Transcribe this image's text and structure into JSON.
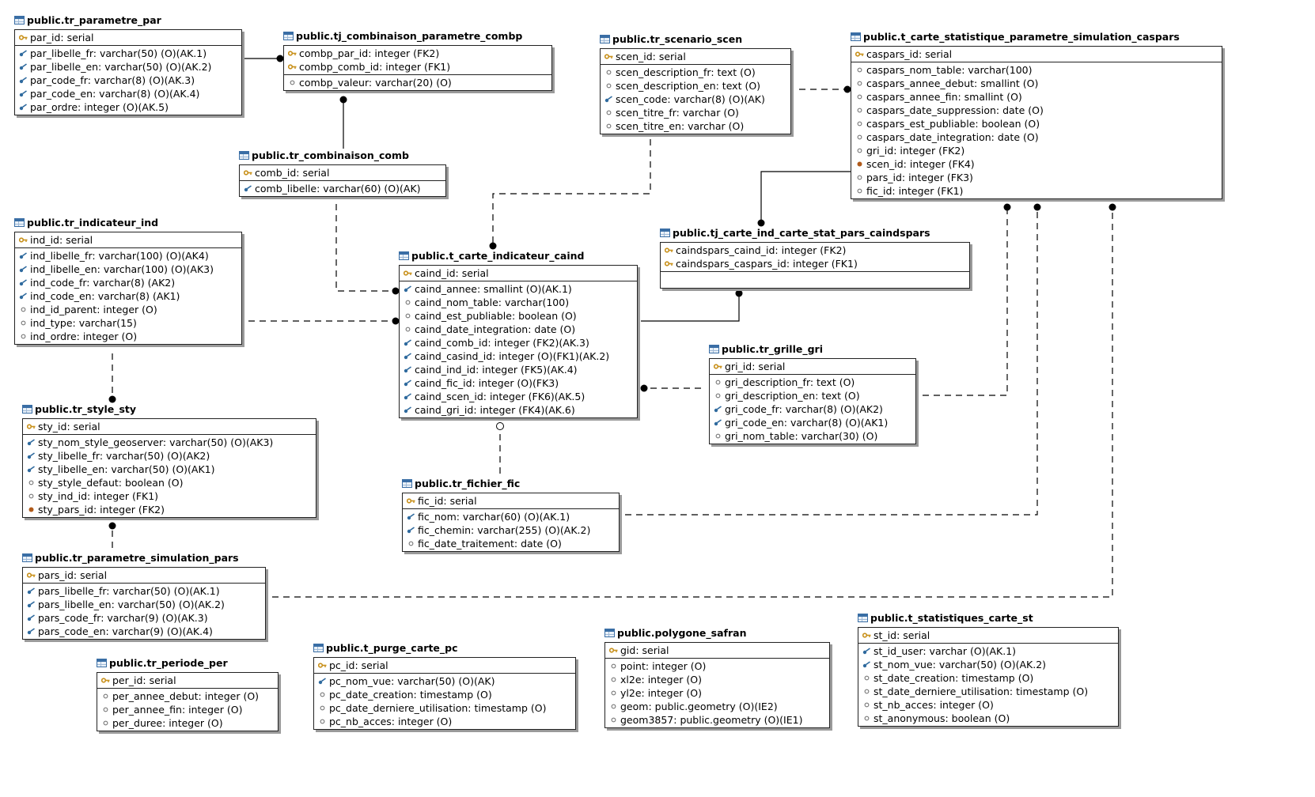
{
  "entities": [
    {
      "id": "par",
      "title": "public.tr_parametre_par",
      "pk": [
        {
          "icon": "key",
          "text": "par_id: serial"
        }
      ],
      "attrs": [
        {
          "icon": "uniq",
          "text": "par_libelle_fr: varchar(50) (O)(AK.1)"
        },
        {
          "icon": "uniq",
          "text": "par_libelle_en: varchar(50) (O)(AK.2)"
        },
        {
          "icon": "uniq",
          "text": "par_code_fr: varchar(8) (O)(AK.3)"
        },
        {
          "icon": "uniq",
          "text": "par_code_en: varchar(8) (O)(AK.4)"
        },
        {
          "icon": "uniq",
          "text": "par_ordre: integer (O)(AK.5)"
        }
      ]
    },
    {
      "id": "combp",
      "title": "public.tj_combinaison_parametre_combp",
      "pk": [
        {
          "icon": "fk",
          "text": "combp_par_id: integer (FK2)"
        },
        {
          "icon": "fk",
          "text": "combp_comb_id: integer (FK1)"
        }
      ],
      "attrs": [
        {
          "icon": "plain",
          "text": "combp_valeur: varchar(20) (O)"
        }
      ]
    },
    {
      "id": "scen",
      "title": "public.tr_scenario_scen",
      "pk": [
        {
          "icon": "key",
          "text": "scen_id: serial"
        }
      ],
      "attrs": [
        {
          "icon": "plain",
          "text": "scen_description_fr: text (O)"
        },
        {
          "icon": "plain",
          "text": "scen_description_en: text (O)"
        },
        {
          "icon": "uniq",
          "text": "scen_code: varchar(8) (O)(AK)"
        },
        {
          "icon": "plain",
          "text": "scen_titre_fr: varchar (O)"
        },
        {
          "icon": "plain",
          "text": "scen_titre_en: varchar (O)"
        }
      ]
    },
    {
      "id": "caspars",
      "title": "public.t_carte_statistique_parametre_simulation_caspars",
      "pk": [
        {
          "icon": "key",
          "text": "caspars_id: serial"
        }
      ],
      "attrs": [
        {
          "icon": "plain",
          "text": "caspars_nom_table: varchar(100)"
        },
        {
          "icon": "plain",
          "text": "caspars_annee_debut: smallint (O)"
        },
        {
          "icon": "plain",
          "text": "caspars_annee_fin: smallint (O)"
        },
        {
          "icon": "plain",
          "text": "caspars_date_suppression: date (O)"
        },
        {
          "icon": "plain",
          "text": "caspars_est_publiable: boolean (O)"
        },
        {
          "icon": "plain",
          "text": "caspars_date_integration: date (O)"
        },
        {
          "icon": "plain",
          "text": "gri_id: integer (FK2)"
        },
        {
          "icon": "dot",
          "text": "scen_id: integer (FK4)"
        },
        {
          "icon": "plain",
          "text": "pars_id: integer (FK3)"
        },
        {
          "icon": "plain",
          "text": "fic_id: integer (FK1)"
        }
      ]
    },
    {
      "id": "comb",
      "title": "public.tr_combinaison_comb",
      "pk": [
        {
          "icon": "key",
          "text": "comb_id: serial"
        }
      ],
      "attrs": [
        {
          "icon": "uniq",
          "text": "comb_libelle: varchar(60) (O)(AK)"
        }
      ]
    },
    {
      "id": "ind",
      "title": "public.tr_indicateur_ind",
      "pk": [
        {
          "icon": "key",
          "text": "ind_id: serial"
        }
      ],
      "attrs": [
        {
          "icon": "uniq",
          "text": "ind_libelle_fr: varchar(100) (O)(AK4)"
        },
        {
          "icon": "uniq",
          "text": "ind_libelle_en: varchar(100) (O)(AK3)"
        },
        {
          "icon": "uniq",
          "text": "ind_code_fr: varchar(8) (AK2)"
        },
        {
          "icon": "uniq",
          "text": "ind_code_en: varchar(8) (AK1)"
        },
        {
          "icon": "plain",
          "text": "ind_id_parent: integer (O)"
        },
        {
          "icon": "plain",
          "text": "ind_type: varchar(15)"
        },
        {
          "icon": "plain",
          "text": "ind_ordre: integer (O)"
        }
      ]
    },
    {
      "id": "caindspars",
      "title": "public.tj_carte_ind_carte_stat_pars_caindspars",
      "pk": [
        {
          "icon": "fk",
          "text": "caindspars_caind_id: integer (FK2)"
        },
        {
          "icon": "fk",
          "text": "caindspars_caspars_id: integer (FK1)"
        }
      ],
      "attrs": []
    },
    {
      "id": "caind",
      "title": "public.t_carte_indicateur_caind",
      "pk": [
        {
          "icon": "key",
          "text": "caind_id: serial"
        }
      ],
      "attrs": [
        {
          "icon": "uniq",
          "text": "caind_annee: smallint (O)(AK.1)"
        },
        {
          "icon": "plain",
          "text": "caind_nom_table: varchar(100)"
        },
        {
          "icon": "plain",
          "text": "caind_est_publiable: boolean (O)"
        },
        {
          "icon": "plain",
          "text": "caind_date_integration: date (O)"
        },
        {
          "icon": "uniq",
          "text": "caind_comb_id: integer (FK2)(AK.3)"
        },
        {
          "icon": "uniq",
          "text": "caind_casind_id: integer (O)(FK1)(AK.2)"
        },
        {
          "icon": "uniq",
          "text": "caind_ind_id: integer (FK5)(AK.4)"
        },
        {
          "icon": "uniq",
          "text": "caind_fic_id: integer (O)(FK3)"
        },
        {
          "icon": "uniq",
          "text": "caind_scen_id: integer (FK6)(AK.5)"
        },
        {
          "icon": "uniq",
          "text": "caind_gri_id: integer (FK4)(AK.6)"
        }
      ]
    },
    {
      "id": "gri",
      "title": "public.tr_grille_gri",
      "pk": [
        {
          "icon": "key",
          "text": "gri_id: serial"
        }
      ],
      "attrs": [
        {
          "icon": "plain",
          "text": "gri_description_fr: text (O)"
        },
        {
          "icon": "plain",
          "text": "gri_description_en: text (O)"
        },
        {
          "icon": "uniq",
          "text": "gri_code_fr: varchar(8) (O)(AK2)"
        },
        {
          "icon": "uniq",
          "text": "gri_code_en: varchar(8) (O)(AK1)"
        },
        {
          "icon": "plain",
          "text": "gri_nom_table: varchar(30) (O)"
        }
      ]
    },
    {
      "id": "sty",
      "title": "public.tr_style_sty",
      "pk": [
        {
          "icon": "key",
          "text": "sty_id: serial"
        }
      ],
      "attrs": [
        {
          "icon": "uniq",
          "text": "sty_nom_style_geoserver: varchar(50) (O)(AK3)"
        },
        {
          "icon": "uniq",
          "text": "sty_libelle_fr: varchar(50) (O)(AK2)"
        },
        {
          "icon": "uniq",
          "text": "sty_libelle_en: varchar(50) (O)(AK1)"
        },
        {
          "icon": "plain",
          "text": "sty_style_defaut: boolean (O)"
        },
        {
          "icon": "plain",
          "text": "sty_ind_id: integer (FK1)"
        },
        {
          "icon": "dot",
          "text": "sty_pars_id: integer (FK2)"
        }
      ]
    },
    {
      "id": "fic",
      "title": "public.tr_fichier_fic",
      "pk": [
        {
          "icon": "key",
          "text": "fic_id: serial"
        }
      ],
      "attrs": [
        {
          "icon": "uniq",
          "text": "fic_nom: varchar(60) (O)(AK.1)"
        },
        {
          "icon": "uniq",
          "text": "fic_chemin: varchar(255) (O)(AK.2)"
        },
        {
          "icon": "plain",
          "text": "fic_date_traitement: date (O)"
        }
      ]
    },
    {
      "id": "pars",
      "title": "public.tr_parametre_simulation_pars",
      "pk": [
        {
          "icon": "key",
          "text": "pars_id: serial"
        }
      ],
      "attrs": [
        {
          "icon": "uniq",
          "text": "pars_libelle_fr: varchar(50) (O)(AK.1)"
        },
        {
          "icon": "uniq",
          "text": "pars_libelle_en: varchar(50) (O)(AK.2)"
        },
        {
          "icon": "uniq",
          "text": "pars_code_fr: varchar(9) (O)(AK.3)"
        },
        {
          "icon": "uniq",
          "text": "pars_code_en: varchar(9) (O)(AK.4)"
        }
      ]
    },
    {
      "id": "st",
      "title": "public.t_statistiques_carte_st",
      "pk": [
        {
          "icon": "key",
          "text": "st_id: serial"
        }
      ],
      "attrs": [
        {
          "icon": "uniq",
          "text": "st_id_user: varchar (O)(AK.1)"
        },
        {
          "icon": "uniq",
          "text": "st_nom_vue: varchar(50) (O)(AK.2)"
        },
        {
          "icon": "plain",
          "text": "st_date_creation: timestamp (O)"
        },
        {
          "icon": "plain",
          "text": "st_date_derniere_utilisation: timestamp (O)"
        },
        {
          "icon": "plain",
          "text": "st_nb_acces: integer (O)"
        },
        {
          "icon": "plain",
          "text": "st_anonymous: boolean (O)"
        }
      ]
    },
    {
      "id": "per",
      "title": "public.tr_periode_per",
      "pk": [
        {
          "icon": "key",
          "text": "per_id: serial"
        }
      ],
      "attrs": [
        {
          "icon": "plain",
          "text": "per_annee_debut: integer (O)"
        },
        {
          "icon": "plain",
          "text": "per_annee_fin: integer (O)"
        },
        {
          "icon": "plain",
          "text": "per_duree: integer (O)"
        }
      ]
    },
    {
      "id": "pc",
      "title": "public.t_purge_carte_pc",
      "pk": [
        {
          "icon": "key",
          "text": "pc_id: serial"
        }
      ],
      "attrs": [
        {
          "icon": "uniq",
          "text": "pc_nom_vue: varchar(50) (O)(AK)"
        },
        {
          "icon": "plain",
          "text": "pc_date_creation: timestamp (O)"
        },
        {
          "icon": "plain",
          "text": "pc_date_derniere_utilisation: timestamp (O)"
        },
        {
          "icon": "plain",
          "text": "pc_nb_acces: integer (O)"
        }
      ]
    },
    {
      "id": "safran",
      "title": "public.polygone_safran",
      "pk": [
        {
          "icon": "key",
          "text": "gid: serial"
        }
      ],
      "attrs": [
        {
          "icon": "plain",
          "text": "point: integer (O)"
        },
        {
          "icon": "plain",
          "text": "xl2e: integer (O)"
        },
        {
          "icon": "plain",
          "text": "yl2e: integer (O)"
        },
        {
          "icon": "plain",
          "text": "geom: public.geometry (O)(IE2)"
        },
        {
          "icon": "plain",
          "text": "geom3857: public.geometry (O)(IE1)"
        }
      ]
    }
  ],
  "relationships": [
    {
      "from": "par",
      "to": "combp",
      "style": "solid"
    },
    {
      "from": "combp",
      "to": "comb",
      "style": "solid"
    },
    {
      "from": "comb",
      "to": "caind",
      "style": "dashed"
    },
    {
      "from": "scen",
      "to": "caind",
      "style": "dashed"
    },
    {
      "from": "scen",
      "to": "caspars",
      "style": "dashed"
    },
    {
      "from": "caspars",
      "to": "caindspars",
      "style": "solid"
    },
    {
      "from": "caind",
      "to": "caindspars",
      "style": "solid"
    },
    {
      "from": "ind",
      "to": "caind",
      "style": "dashed"
    },
    {
      "from": "ind",
      "to": "sty",
      "style": "dashed"
    },
    {
      "from": "gri",
      "to": "caind",
      "style": "dashed"
    },
    {
      "from": "gri",
      "to": "caspars",
      "style": "dashed"
    },
    {
      "from": "fic",
      "to": "caind",
      "style": "dashed",
      "optional": true
    },
    {
      "from": "fic",
      "to": "caspars",
      "style": "dashed"
    },
    {
      "from": "pars",
      "to": "sty",
      "style": "dashed"
    },
    {
      "from": "pars",
      "to": "caspars",
      "style": "dashed"
    }
  ],
  "icon_names": {
    "key": "primary-key-icon",
    "fk": "foreign-key-icon",
    "uniq": "alternate-key-icon",
    "plain": "attribute-icon",
    "dot": "foreign-key-attribute-icon"
  },
  "colors": {
    "key": "#c8901a",
    "alternate_key": "#2f6a9e",
    "line": "#000000",
    "shadow": "#9a9a9a"
  }
}
